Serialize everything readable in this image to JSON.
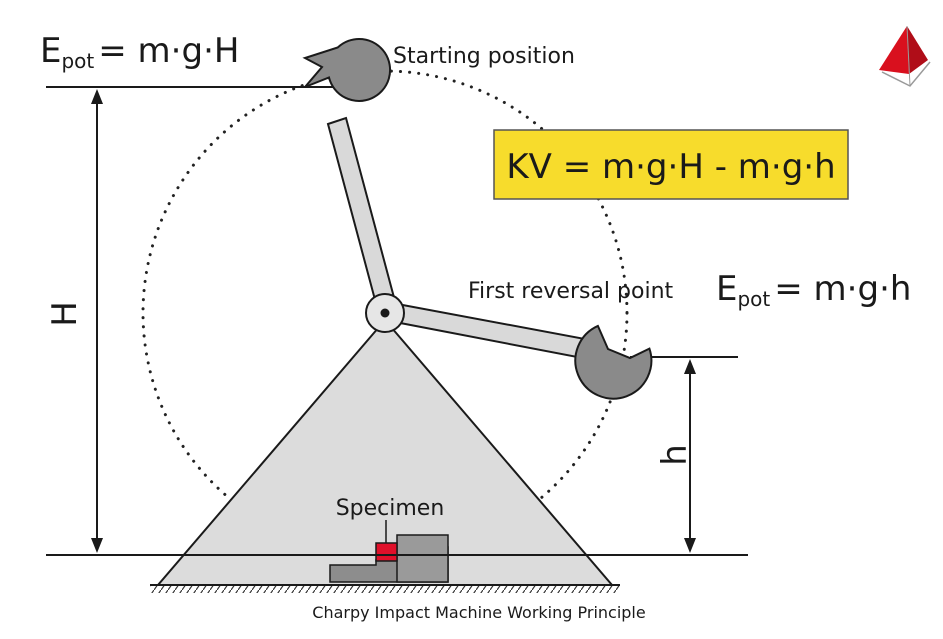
{
  "top_formula": {
    "main": "E",
    "subscript": "pot",
    "rest": "= m·g·H"
  },
  "starting_position_label": "Starting position",
  "kv_formula": "KV = m·g·H - m·g·h",
  "reversal_label": "First reversal point",
  "right_formula": {
    "main": "E",
    "subscript": "pot",
    "rest": "= m·g·h"
  },
  "height_H_label": "H",
  "height_h_label": "h",
  "specimen_label": "Specimen",
  "caption": "Charpy Impact Machine Working Principle",
  "colors": {
    "kv_box": "#f7dc2c",
    "specimen": "#e0102a",
    "pendulum": "#8a8a8a",
    "base": "#dcdcdc",
    "logo": "#d9101e"
  },
  "icons": {
    "logo": "logo-icon"
  }
}
